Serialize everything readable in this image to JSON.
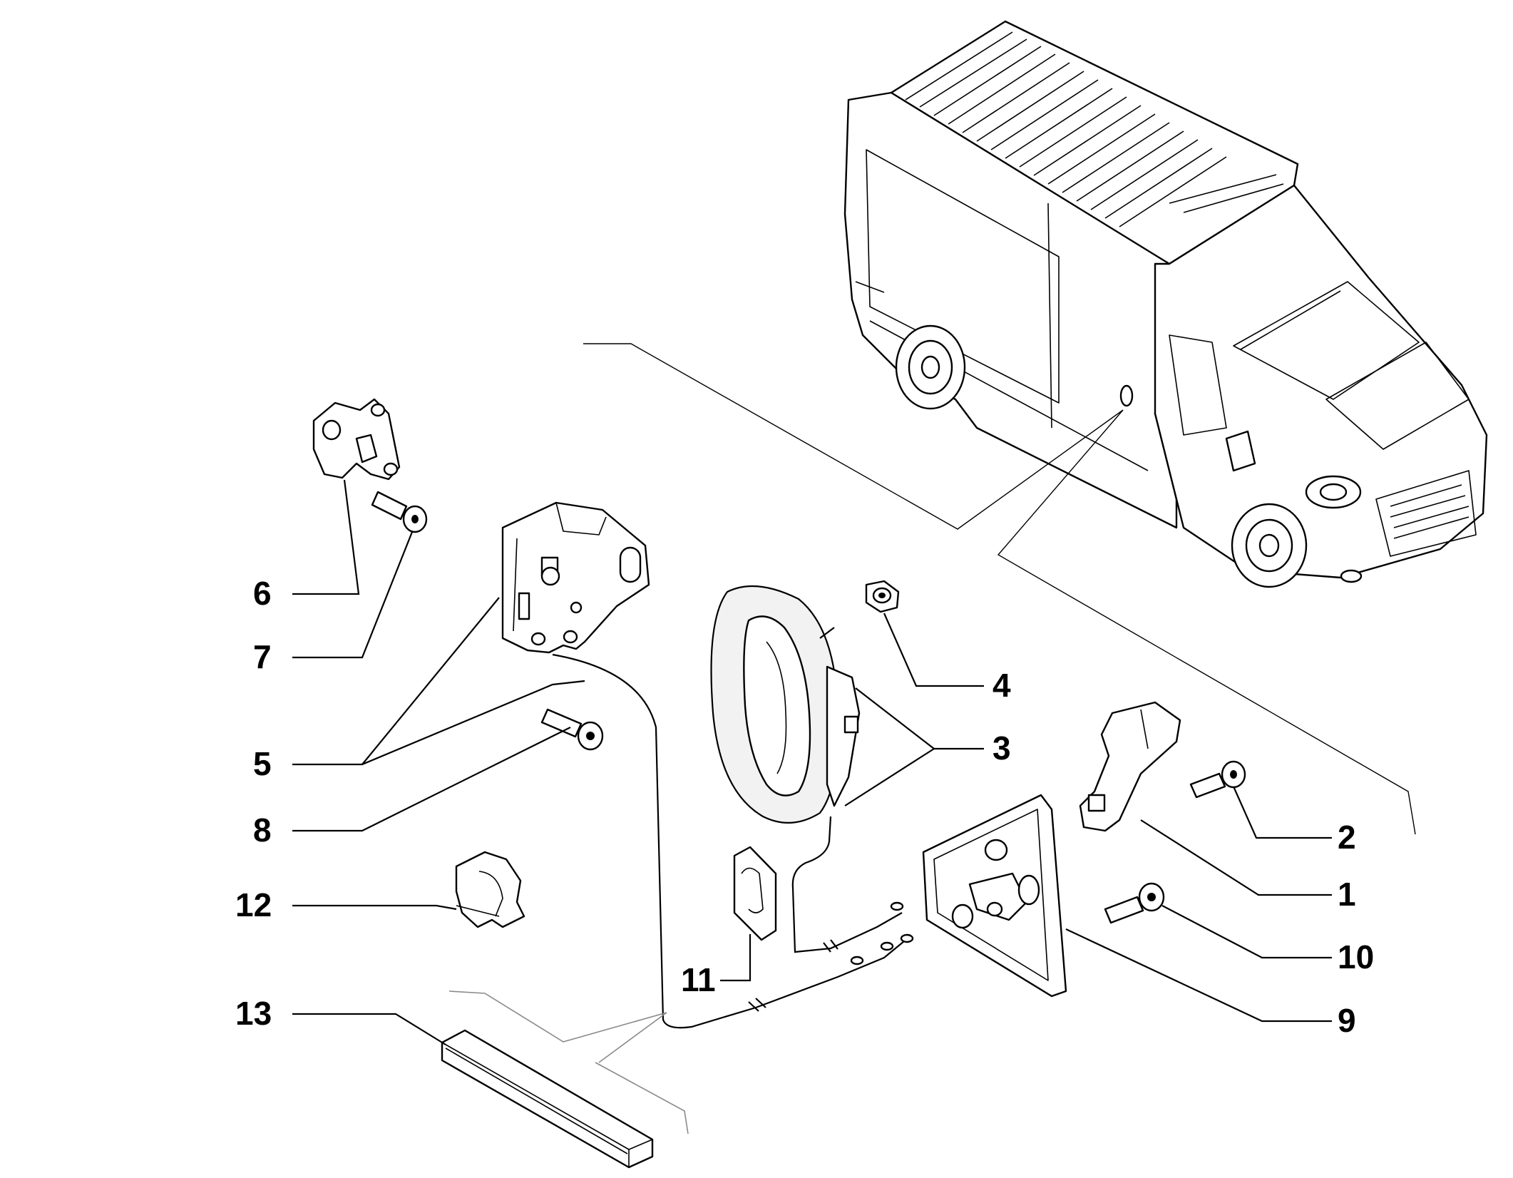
{
  "diagram": {
    "callouts": [
      {
        "id": "1",
        "label": "1"
      },
      {
        "id": "2",
        "label": "2"
      },
      {
        "id": "3",
        "label": "3"
      },
      {
        "id": "4",
        "label": "4"
      },
      {
        "id": "5",
        "label": "5"
      },
      {
        "id": "6",
        "label": "6"
      },
      {
        "id": "7",
        "label": "7"
      },
      {
        "id": "8",
        "label": "8"
      },
      {
        "id": "9",
        "label": "9"
      },
      {
        "id": "10",
        "label": "10"
      },
      {
        "id": "11",
        "label": "11"
      },
      {
        "id": "12",
        "label": "12"
      },
      {
        "id": "13",
        "label": "13"
      }
    ],
    "colors": {
      "line": "#000000",
      "background": "#ffffff",
      "guide": "#8a8a8a"
    }
  }
}
